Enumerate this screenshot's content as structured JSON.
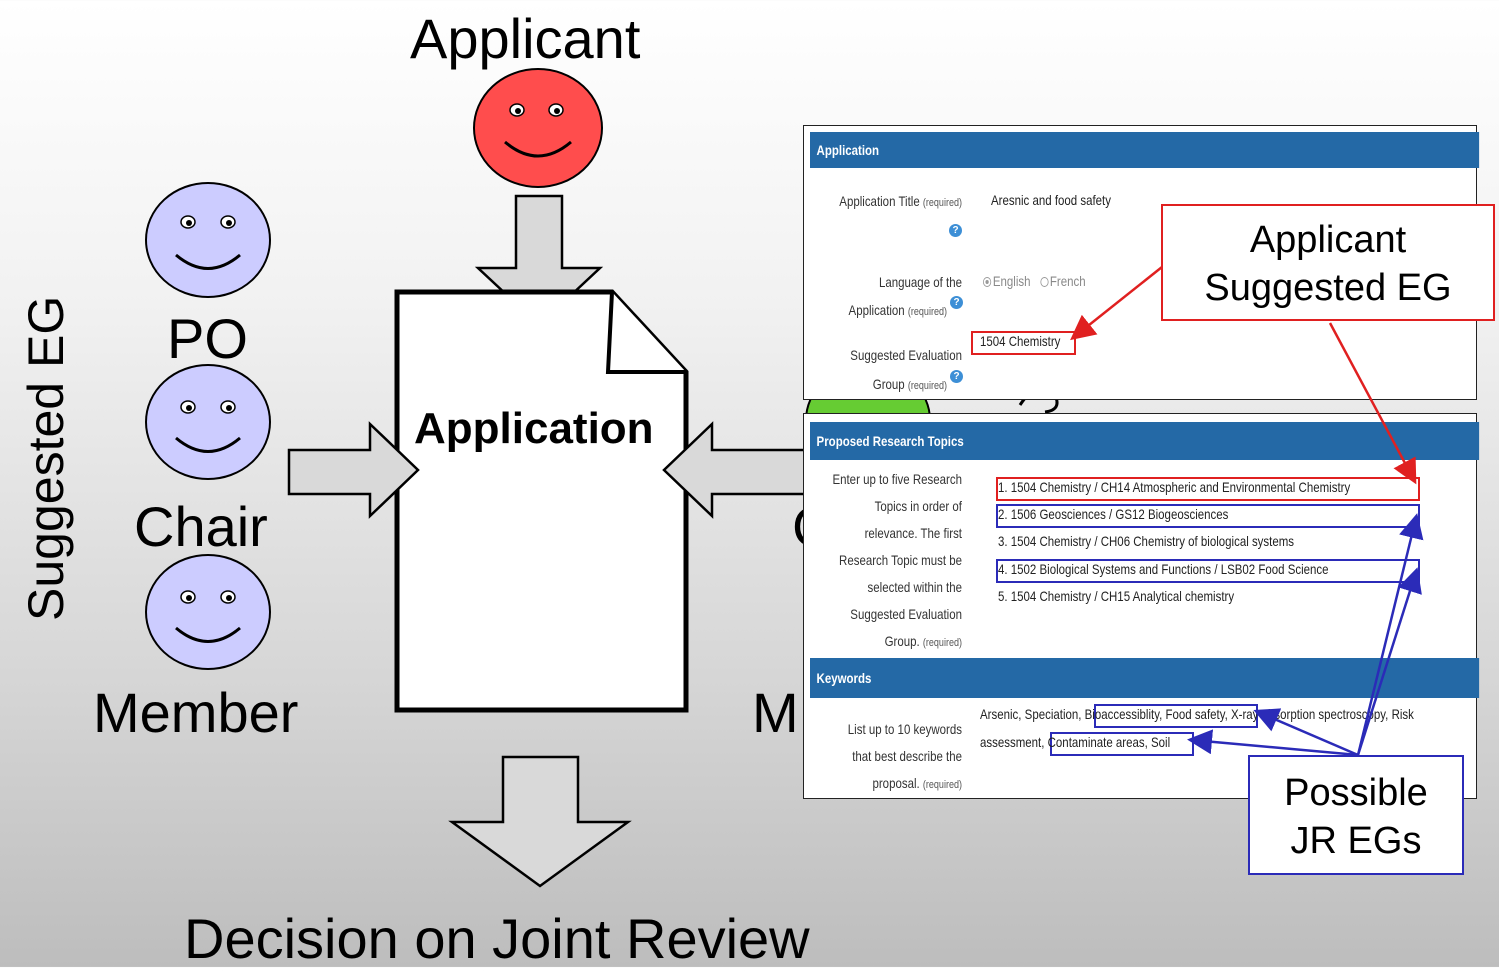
{
  "roles": {
    "applicant": "Applicant",
    "po": "PO",
    "chair": "Chair",
    "member": "Member",
    "member_partial": "M",
    "chair_partial": "C"
  },
  "side_label": "Suggested EG",
  "document_label": "Application",
  "decision_label": "Decision on Joint Review",
  "colors": {
    "applicant_face": "#ff4d4d",
    "committee_face": "#ccccff",
    "other_face": "#66cc33",
    "arrow_fill": "#d9d9d9",
    "header_blue": "#2469a6",
    "highlight_red": "#e02020",
    "highlight_blue": "#2b2bb8"
  },
  "application_panel": {
    "header": "Application",
    "title_label": "Application Title",
    "title_required": "(required)",
    "title_value": "Aresnic and food safety",
    "language_label_1": "Language of the",
    "language_label_2": "Application",
    "language_required": "(required)",
    "lang_english": "English",
    "lang_french": "French",
    "eg_label_1": "Suggested Evaluation",
    "eg_label_2": "Group",
    "eg_required": "(required)",
    "eg_value": "1504 Chemistry",
    "help_glyph": "?"
  },
  "topics_panel": {
    "header": "Proposed Research Topics",
    "instructions": [
      "Enter up to five Research",
      "Topics in order of",
      "relevance. The first",
      "Research Topic must be",
      "selected within the",
      "Suggested Evaluation",
      "Group."
    ],
    "required": "(required)",
    "topics": [
      "1.  1504 Chemistry    / CH14 Atmospheric and Environmental Chemistry",
      "2.  1506 Geosciences / GS12 Biogeosciences",
      "3.  1504 Chemistry / CH06 Chemistry of biological systems",
      "4.  1502 Biological Systems and Functions / LSB02 Food Science",
      "5.  1504 Chemistry / CH15 Analytical chemistry"
    ]
  },
  "keywords_panel": {
    "header": "Keywords",
    "instructions": [
      "List up to 10 keywords",
      "that best describe the",
      "proposal."
    ],
    "required": "(required)",
    "kw_line1_a": "Arsenic, Speciation, ",
    "kw_line1_b": "Bioaccessiblity, Food safety,",
    "kw_line1_c": " X-ray absorption spectroscopy, Risk",
    "kw_line2_a": "assessment,",
    "kw_line2_b": "Contaminate areas, Soil"
  },
  "callouts": {
    "applicant_eg_1": "Applicant",
    "applicant_eg_2": "Suggested EG",
    "possible_1": "Possible",
    "possible_2": "JR EGs"
  }
}
